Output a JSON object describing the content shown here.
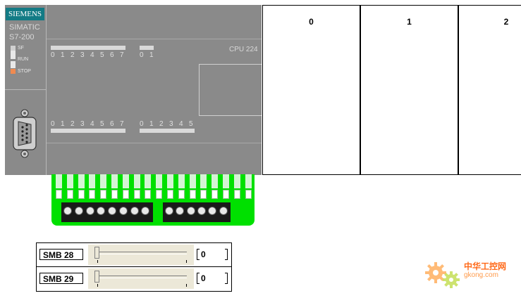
{
  "plc": {
    "brand": "SIEMENS",
    "series": "SIMATIC",
    "model": "S7-200",
    "cpu": "CPU 224",
    "status_leds": [
      {
        "label": "SF"
      },
      {
        "label": "RUN"
      },
      {
        "label": "STOP",
        "color": "#f08a50"
      }
    ],
    "inputs_top": {
      "group0": [
        "0",
        "1",
        "2",
        "3",
        "4",
        "5",
        "6",
        "7"
      ],
      "group1": [
        "0",
        "1"
      ]
    },
    "outputs_bottom": {
      "group0": [
        "0",
        "1",
        "2",
        "3",
        "4",
        "5",
        "6",
        "7"
      ],
      "group1": [
        "0",
        "1",
        "2",
        "3",
        "4",
        "5"
      ]
    }
  },
  "slots": [
    "0",
    "1",
    "2"
  ],
  "sliders": [
    {
      "label": "SMB 28",
      "value": "0",
      "level": 0
    },
    {
      "label": "SMB 29",
      "value": "0",
      "level": 0
    }
  ],
  "watermark": {
    "line1": "中华工控网",
    "line2": "gkong.com"
  },
  "colors": {
    "plc_body": "#8a8a8a",
    "brand_bg": "#137b85",
    "terminal": "#00e000"
  }
}
